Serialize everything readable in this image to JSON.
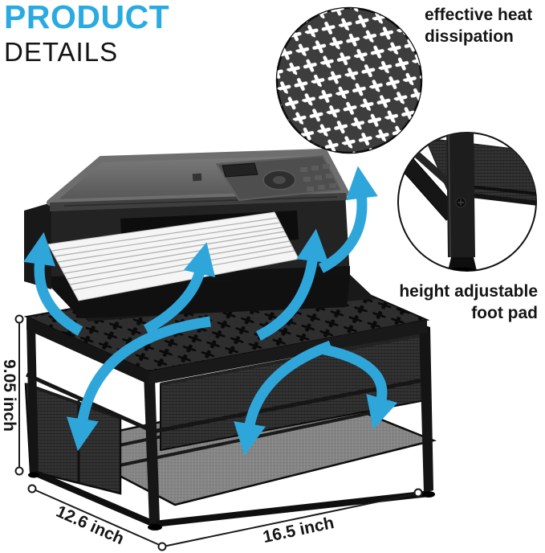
{
  "title": {
    "heading": "PRODUCT",
    "subheading": "DETAILS"
  },
  "callouts": {
    "heat_dissipation": {
      "line1": "effective heat",
      "line2": "dissipation"
    },
    "foot_pad": {
      "line1": "height adjustable",
      "line2": "foot pad"
    }
  },
  "dimensions": {
    "height": "9.05 inch",
    "depth": "12.6 inch",
    "width": "16.5 inch"
  },
  "colors": {
    "accent_blue": "#29ABE2",
    "arrow_blue": "#2FA6DA",
    "product_black": "#1c1c1c",
    "detail_circle_gray": "#3d3d3d"
  }
}
